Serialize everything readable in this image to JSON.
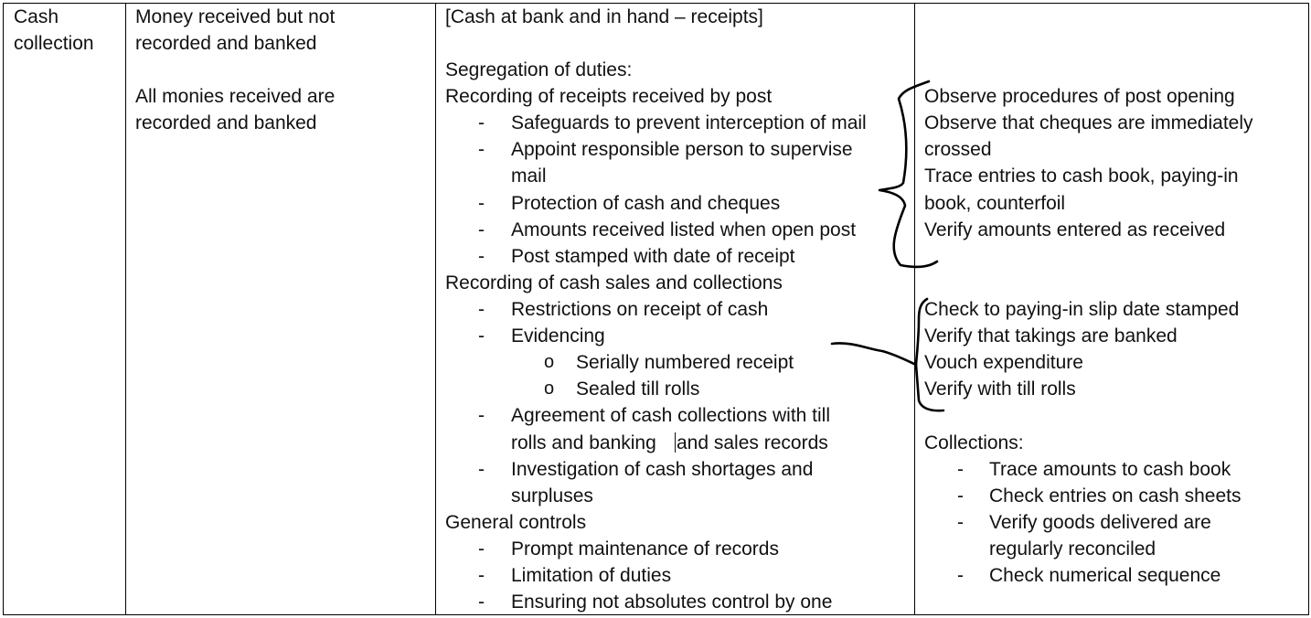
{
  "table": {
    "col1": {
      "lines": [
        "Cash",
        "collection"
      ]
    },
    "col2": {
      "lines": [
        "Money received but not",
        "recorded and banked",
        "All monies received are",
        "recorded and banked"
      ]
    },
    "col3": {
      "heading": "[Cash at bank and in hand – receipts]",
      "segregation": "Segregation of duties:",
      "post_heading": "Recording of receipts received by post",
      "post_items": [
        "Safeguards to prevent interception of mail",
        "Appoint responsible person to supervise",
        "mail",
        "Protection of cash and cheques",
        "Amounts received listed when open post",
        "Post stamped with date of receipt"
      ],
      "sales_heading": "Recording of cash sales and collections",
      "sales_items": [
        "Restrictions on receipt of cash",
        "Evidencing",
        "Serially numbered receipt",
        "Sealed till rolls",
        "Agreement of cash collections with till",
        "rolls and banking",
        "and sales records",
        "Investigation of cash shortages and",
        "surpluses"
      ],
      "general_heading": "General controls",
      "general_items": [
        "Prompt maintenance of records",
        "Limitation of duties",
        "Ensuring not absolutes control by one"
      ],
      "dash": "-",
      "bullet": "o"
    },
    "col4": {
      "post_tests": [
        "Observe procedures of post opening",
        "Observe that cheques are immediately",
        "crossed",
        "Trace entries to cash book, paying-in",
        "book, counterfoil",
        "Verify amounts entered as received"
      ],
      "sales_tests": [
        "Check to paying-in slip date stamped",
        "Verify that takings are banked",
        "Vouch expenditure",
        "Verify with till rolls"
      ],
      "collections_heading": "Collections:",
      "collections_items": [
        "Trace amounts to cash book",
        "Check entries on cash sheets",
        "Verify goods delivered are",
        "regularly reconciled",
        "Check numerical sequence"
      ],
      "dash": "-"
    }
  }
}
